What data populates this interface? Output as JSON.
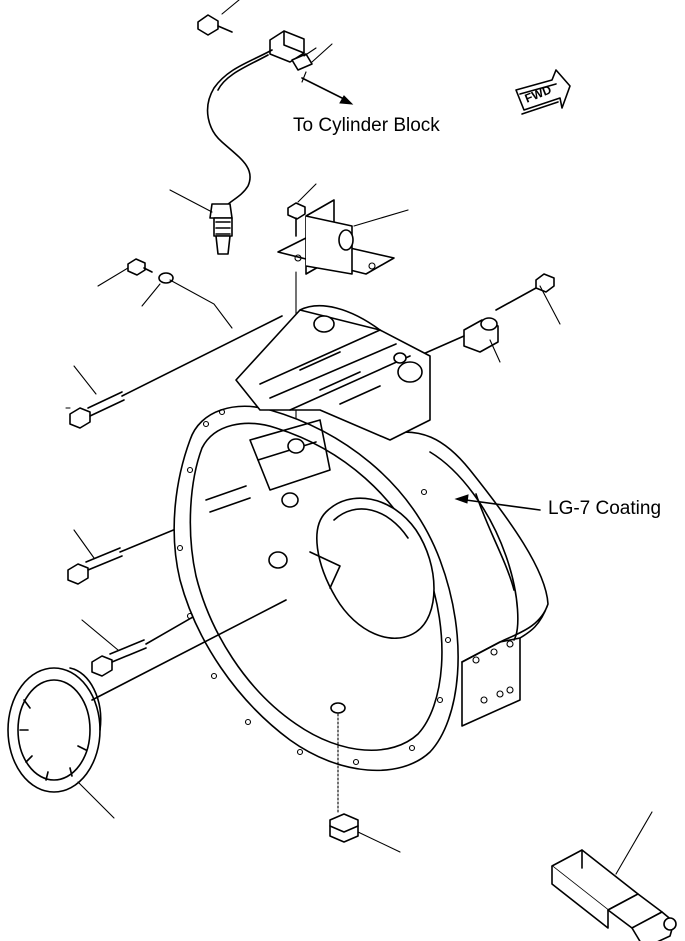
{
  "labels": {
    "cylinder_block": "To Cylinder Block",
    "coating": "LG-7 Coating",
    "forward": "FWD"
  }
}
